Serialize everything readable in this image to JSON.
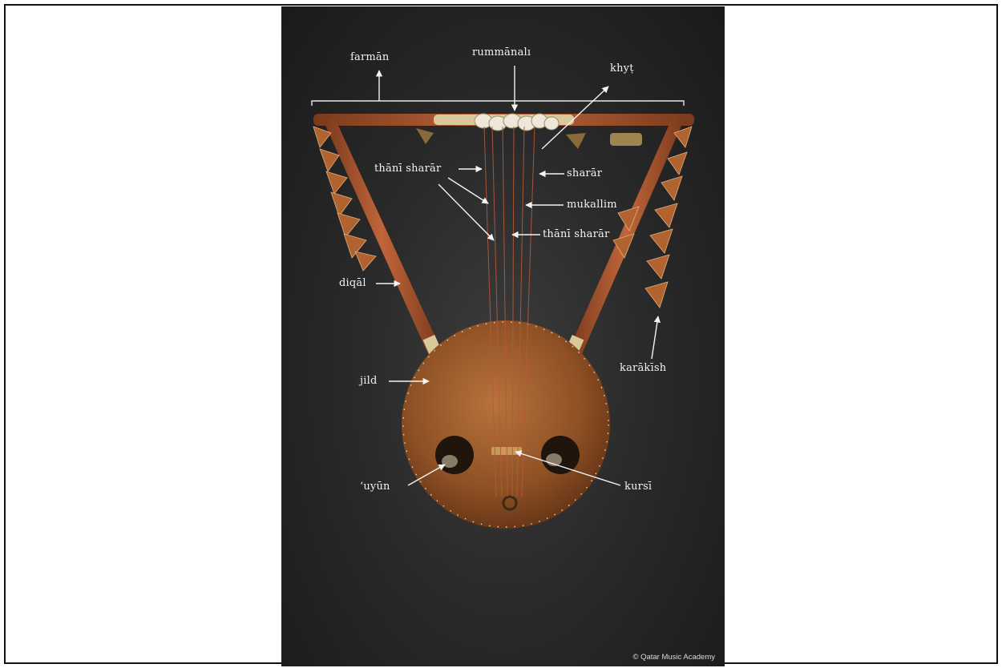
{
  "labels": {
    "farman": "farmān",
    "rummanali": "rummānalı",
    "khayt": "khyṭ",
    "thani_sharar_1": "thānī sharār",
    "sharar": "sharār",
    "mukallim": "mukallim",
    "thani_sharar_2": "thānī sharār",
    "diqal": "diqāl",
    "jild": "jild",
    "karakish": "karākīsh",
    "uyun": "‘uyūn",
    "kursi": "kursī"
  },
  "credit": "© Qatar Music Academy",
  "colors": {
    "background": "#1f1f1f",
    "frame": "#b5623a",
    "body": "#9a5a2c",
    "annotation": "#f3f3f3"
  }
}
